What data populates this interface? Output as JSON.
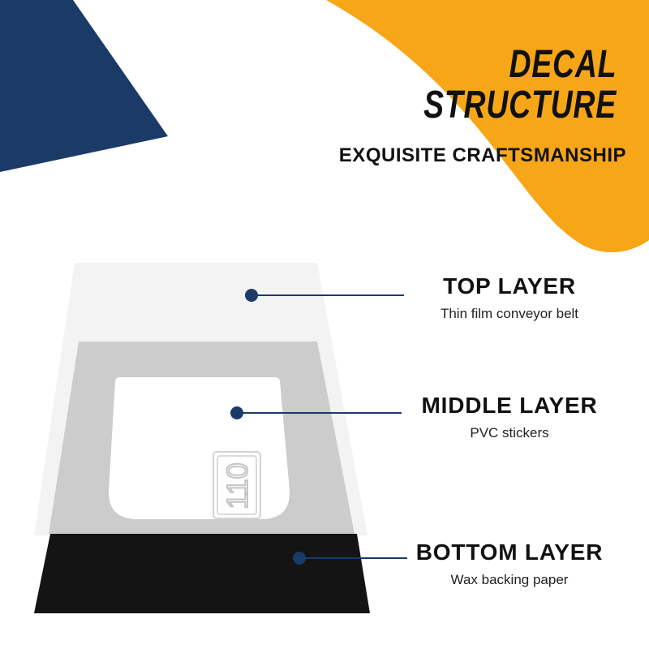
{
  "header": {
    "title_line1": "DECAL",
    "title_line2": "STRUCTURE",
    "subtitle": "EXQUISITE CRAFTSMANSHIP"
  },
  "layers": [
    {
      "title": "TOP LAYER",
      "description": "Thin film conveyor belt"
    },
    {
      "title": "MIDDLE LAYER",
      "description": "PVC stickers"
    },
    {
      "title": "BOTTOM LAYER",
      "description": "Wax backing paper"
    }
  ],
  "sticker_number": "110",
  "colors": {
    "navy": "#1a3a68",
    "orange": "#f7a618",
    "bottom_layer": "#141414",
    "middle_layer": "#cccccc",
    "top_layer": "#f3f3f3",
    "text": "#111111"
  }
}
